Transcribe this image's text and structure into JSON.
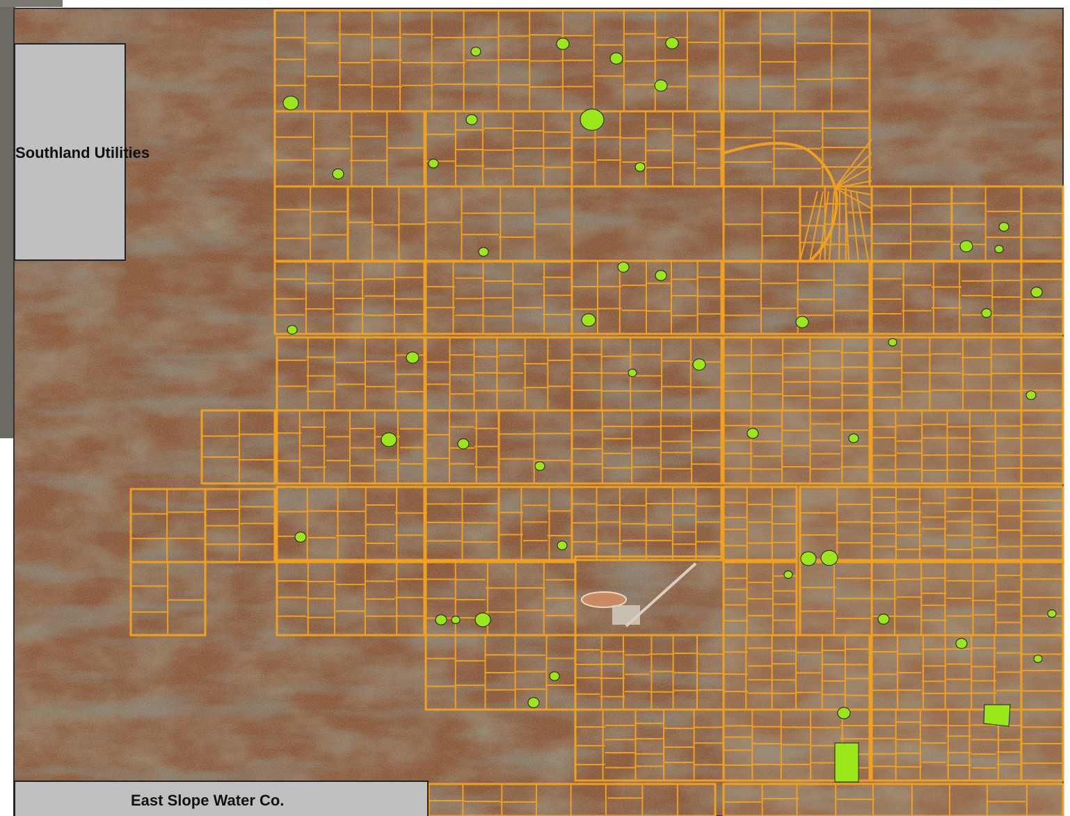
{
  "map": {
    "type": "aerial parcel map",
    "colors": {
      "background_terrain": "#8a5a3c",
      "dark_vegetation": "#3d3a2c",
      "parcel_lines": "#f0a020",
      "highlighted_parcels": "#9be81a",
      "label_box_fill": "#c0c0c0"
    },
    "labels": {
      "southland": "Southland Utilities",
      "eastslope": "East Slope Water Co."
    },
    "icons": [
      "highlighted-parcel-marker"
    ]
  }
}
